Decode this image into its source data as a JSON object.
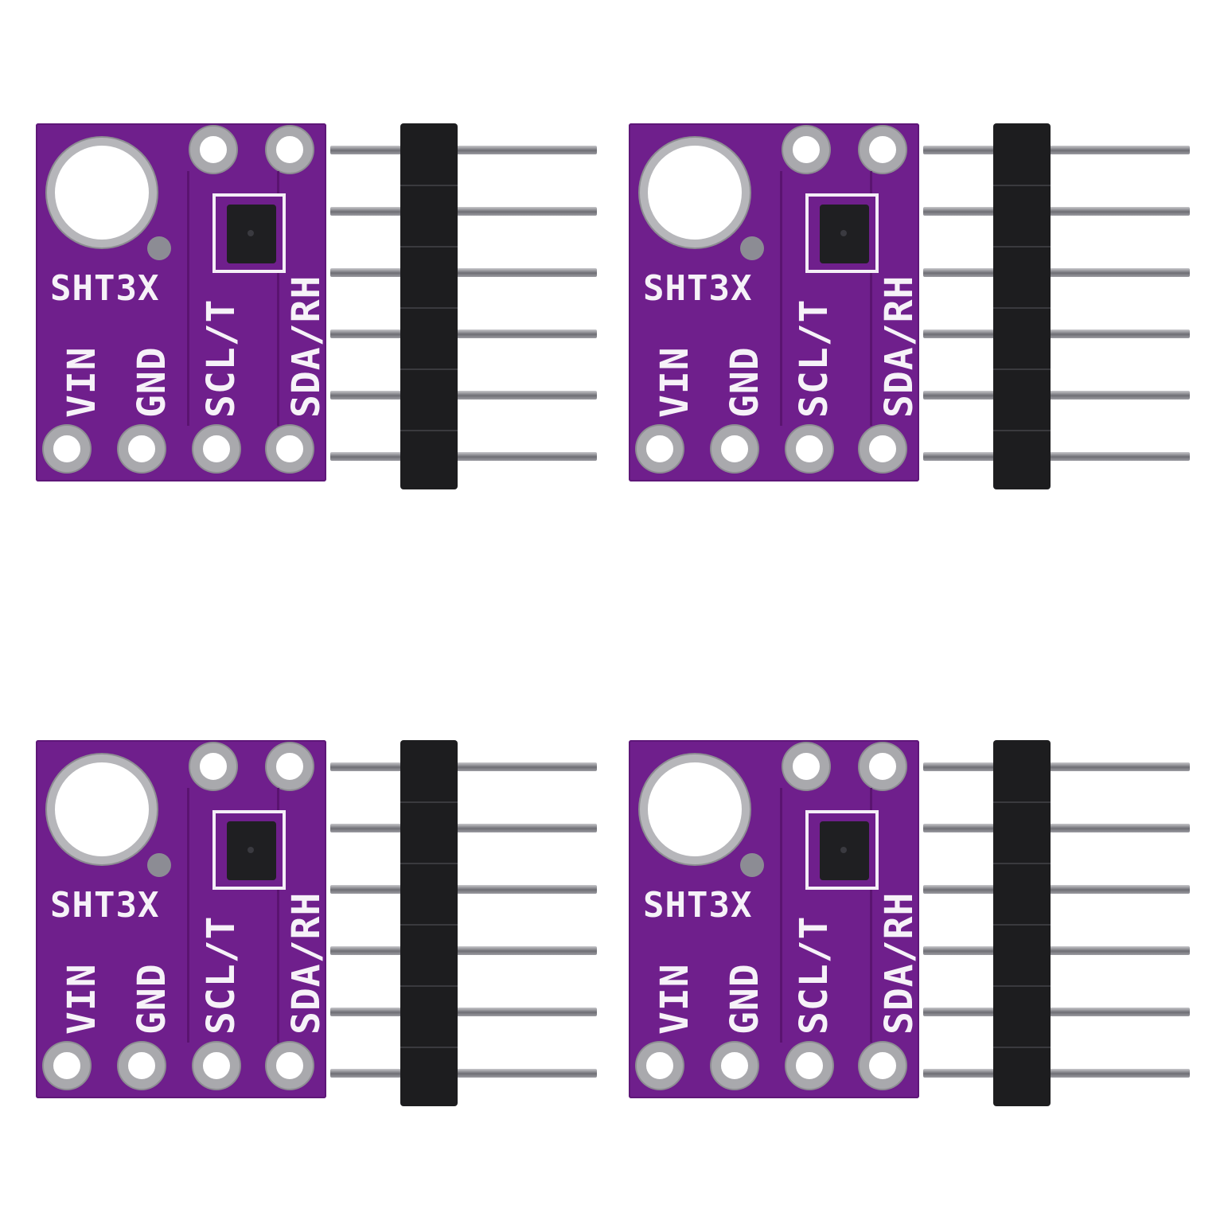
{
  "modules": [
    {
      "title": "SHT3X",
      "sensor_label": "SCL/T",
      "sensor_label_2": "SDA/RH",
      "pin_labels": [
        "VIN",
        "GND",
        "SCL/T",
        "SDA/RH"
      ]
    },
    {
      "title": "SHT3X",
      "sensor_label": "SCL/T",
      "sensor_label_2": "SDA/RH",
      "pin_labels": [
        "VIN",
        "GND",
        "SCL/T",
        "SDA/RH"
      ]
    },
    {
      "title": "SHT3X",
      "sensor_label": "SCL/T",
      "sensor_label_2": "SDA/RH",
      "pin_labels": [
        "VIN",
        "GND",
        "SCL/T",
        "SDA/RH"
      ]
    },
    {
      "title": "SHT3X",
      "sensor_label": "SCL/T",
      "sensor_label_2": "SDA/RH",
      "pin_labels": [
        "VIN",
        "GND",
        "SCL/T",
        "SDA/RH"
      ]
    }
  ],
  "colors": {
    "pcb": "#6f1f8c",
    "silkscreen": "#f6f2f8",
    "header": "#1d1d1f",
    "pin": "#9c9ca2"
  },
  "header_pin_count": 6
}
